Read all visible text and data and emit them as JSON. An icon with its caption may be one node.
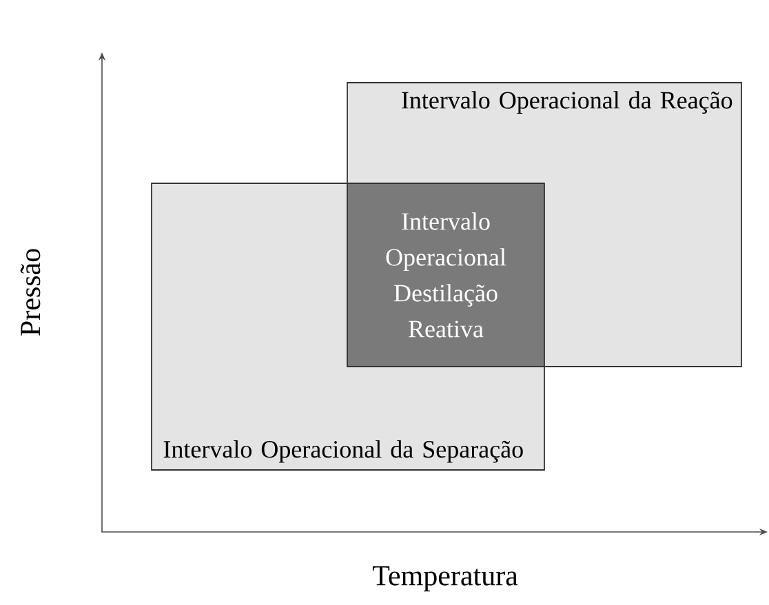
{
  "diagram": {
    "nodes": [
      {
        "text": [
          "Intervalo Operacional da Reação"
        ]
      },
      {
        "text": [
          "Intervalo Operacional da Separação"
        ]
      },
      {
        "text": [
          "Intervalo Operacional Destilação Reativa"
        ]
      }
    ],
    "labels": [
      "Pressão",
      "Temperatura"
    ]
  }
}
